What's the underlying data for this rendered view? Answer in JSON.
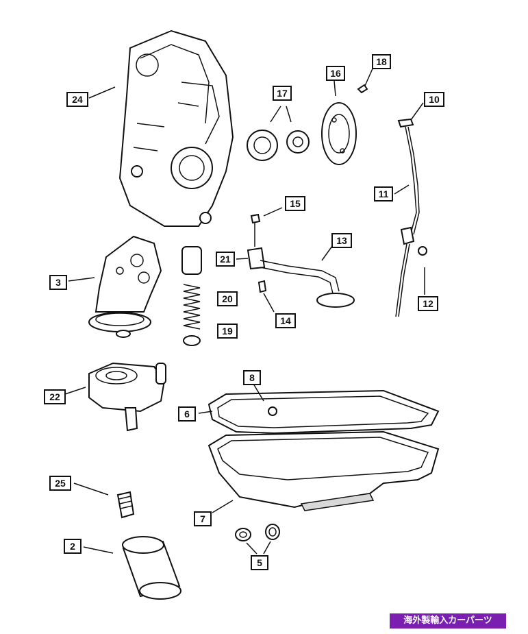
{
  "callouts": {
    "c24": "24",
    "c17": "17",
    "c16": "16",
    "c18": "18",
    "c10": "10",
    "c11": "11",
    "c15": "15",
    "c13": "13",
    "c21": "21",
    "c3": "3",
    "c20": "20",
    "c19": "19",
    "c14": "14",
    "c12": "12",
    "c22": "22",
    "c8": "8",
    "c6": "6",
    "c25": "25",
    "c7": "7",
    "c2": "2",
    "c5": "5"
  },
  "watermark": "海外製輸入カーパーツ"
}
